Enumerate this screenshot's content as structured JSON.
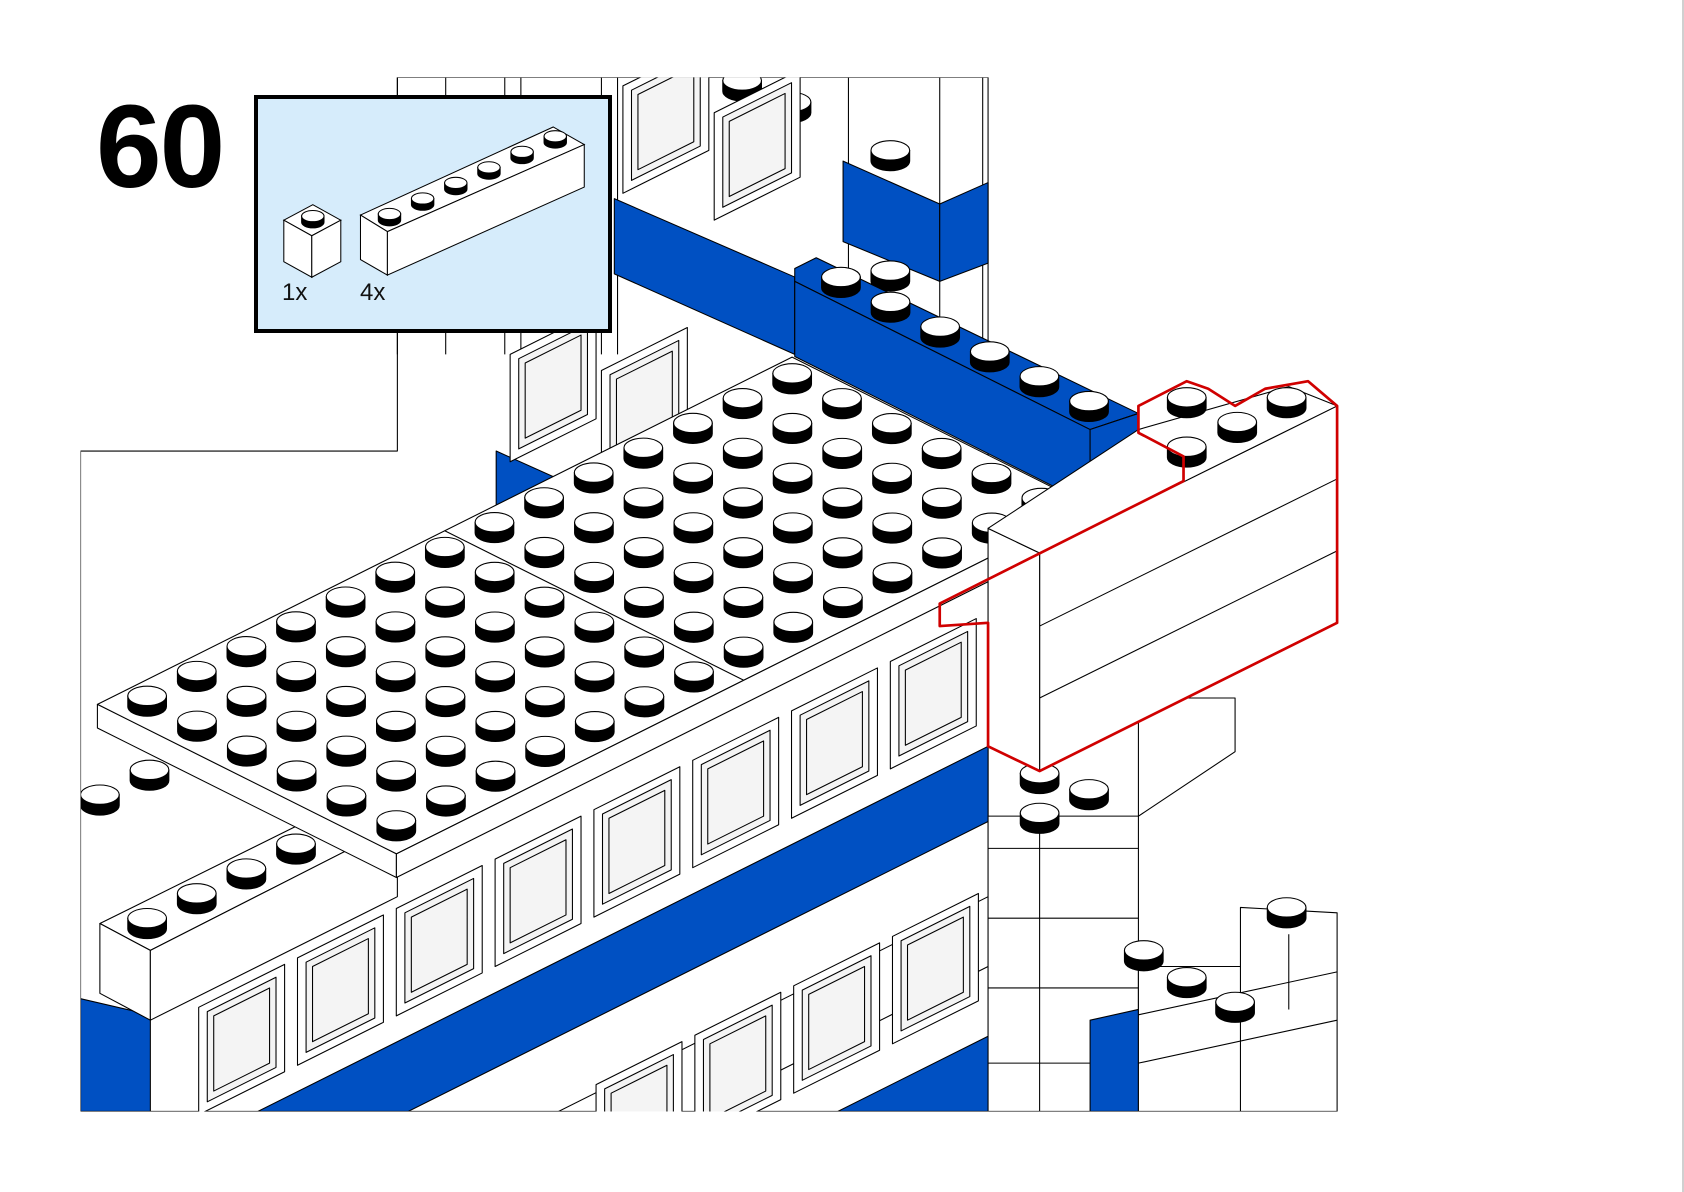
{
  "step": {
    "number": "60"
  },
  "parts_list": [
    {
      "quantity": "1x",
      "color": "white",
      "studs": 1
    },
    {
      "quantity": "4x",
      "color": "white",
      "studs": 6
    }
  ],
  "colors": {
    "blue": "#0050c2",
    "white": "#ffffff",
    "highlight": "#d00000",
    "parts_background": "#d6ecfb",
    "window": "#f4f4f4"
  }
}
